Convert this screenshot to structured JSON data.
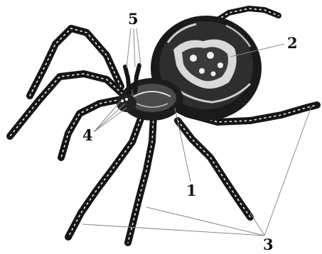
{
  "figure": {
    "callouts": [
      {
        "id": "1",
        "label": "1"
      },
      {
        "id": "2",
        "label": "2"
      },
      {
        "id": "3",
        "label": "3"
      },
      {
        "id": "4",
        "label": "4"
      },
      {
        "id": "5",
        "label": "5"
      }
    ],
    "colors": {
      "ink": "#111111",
      "leader_line": "#8a8a8a",
      "background": "#ffffff"
    }
  }
}
